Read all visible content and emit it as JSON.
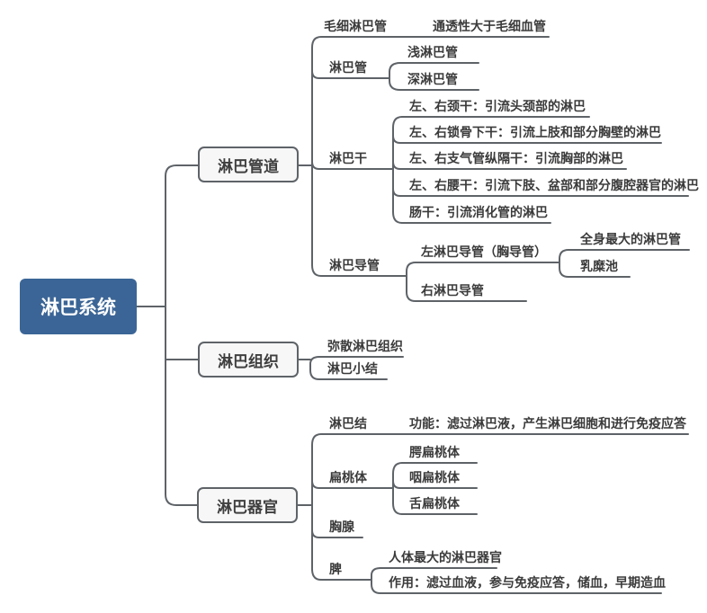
{
  "root": {
    "label": "淋巴系统"
  },
  "colors": {
    "root_fill": "#3b6596",
    "root_text": "#ffffff",
    "branch_fill": "#f7f7f7",
    "line": "#5e6368",
    "text": "#3b3b3b"
  },
  "branches": [
    {
      "label": "淋巴管道",
      "children": [
        {
          "label": "毛细淋巴管",
          "children": [
            {
              "label": "通透性大于毛细血管"
            }
          ]
        },
        {
          "label": "淋巴管",
          "children": [
            {
              "label": "浅淋巴管"
            },
            {
              "label": "深淋巴管"
            }
          ]
        },
        {
          "label": "淋巴干",
          "children": [
            {
              "label": "左、右颈干：引流头颈部的淋巴"
            },
            {
              "label": "左、右锁骨下干：引流上肢和部分胸壁的淋巴"
            },
            {
              "label": "左、右支气管纵隔干：引流胸部的淋巴"
            },
            {
              "label": "左、右腰干：引流下肢、盆部和部分腹腔器官的淋巴"
            },
            {
              "label": "肠干：引流消化管的淋巴"
            }
          ]
        },
        {
          "label": "淋巴导管",
          "children": [
            {
              "label": "左淋巴导管（胸导管）",
              "children": [
                {
                  "label": "全身最大的淋巴管"
                },
                {
                  "label": "乳糜池"
                }
              ]
            },
            {
              "label": "右淋巴导管"
            }
          ]
        }
      ]
    },
    {
      "label": "淋巴组织",
      "children": [
        {
          "label": "弥散淋巴组织"
        },
        {
          "label": "淋巴小结"
        }
      ]
    },
    {
      "label": "淋巴器官",
      "children": [
        {
          "label": "淋巴结",
          "children": [
            {
              "label": "功能：滤过淋巴液，产生淋巴细胞和进行免疫应答"
            }
          ]
        },
        {
          "label": "扁桃体",
          "children": [
            {
              "label": "腭扁桃体"
            },
            {
              "label": "咽扁桃体"
            },
            {
              "label": "舌扁桃体"
            }
          ]
        },
        {
          "label": "胸腺"
        },
        {
          "label": "脾",
          "children": [
            {
              "label": "人体最大的淋巴器官"
            },
            {
              "label": "作用：滤过血液，参与免疫应答，储血，早期造血"
            }
          ]
        }
      ]
    }
  ]
}
